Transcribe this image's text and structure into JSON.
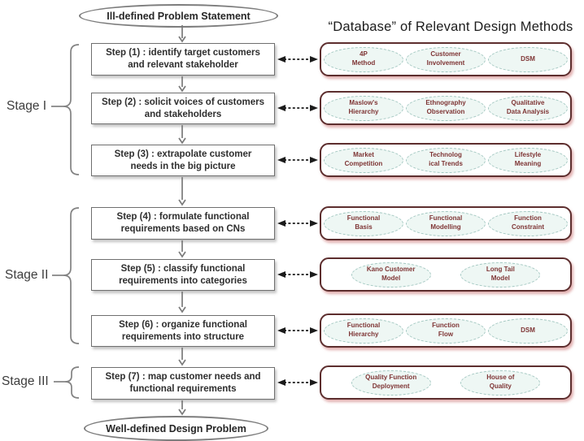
{
  "header": {
    "database_title": "“Database” of Relevant Design Methods"
  },
  "terminals": {
    "start": "Ill-defined Problem Statement",
    "end": "Well-defined Design Problem"
  },
  "stages": [
    {
      "label": "Stage I"
    },
    {
      "label": "Stage II"
    },
    {
      "label": "Stage III"
    }
  ],
  "rows": [
    {
      "step": "Step (1) : identify target customers\nand relevant stakeholder",
      "methods": [
        "4P\nMethod",
        "Customer\nInvolvement",
        "DSM"
      ]
    },
    {
      "step": "Step (2) : solicit voices of customers\nand stakeholders",
      "methods": [
        "Maslow's\nHierarchy",
        "Ethnography\nObservation",
        "Qualitative\nData Analysis"
      ]
    },
    {
      "step": "Step (3) : extrapolate customer\nneeds in the big picture",
      "methods": [
        "Market\nCompetition",
        "Technolog\nical Trends",
        "Lifestyle\nMeaning"
      ]
    },
    {
      "step": "Step (4) : formulate functional\nrequirements based on CNs",
      "methods": [
        "Functional\nBasis",
        "Functional\nModelling",
        "Function\nConstraint"
      ]
    },
    {
      "step": "Step (5) : classify functional\nrequirements into categories",
      "methods": [
        "Kano Customer\nModel",
        "Long Tail\nModel"
      ]
    },
    {
      "step": "Step (6) : organize functional\nrequirements into structure",
      "methods": [
        "Functional\nHierarchy",
        "Function\nFlow",
        "DSM"
      ]
    },
    {
      "step": "Step (7) : map customer needs and\nfunctional requirements",
      "methods": [
        "Quality Function\nDeployment",
        "House of\nQuality"
      ]
    }
  ],
  "colors": {
    "group_border": "#5d2e2e",
    "method_text": "#7e3434",
    "method_ellipse_border": "#a4c8c2",
    "method_ellipse_fill": "#eef7f4",
    "step_box_border": "#6f6f6f",
    "flow_arrow_gray": "#7a7a7a",
    "link_arrow_black": "#1b1b1b"
  }
}
